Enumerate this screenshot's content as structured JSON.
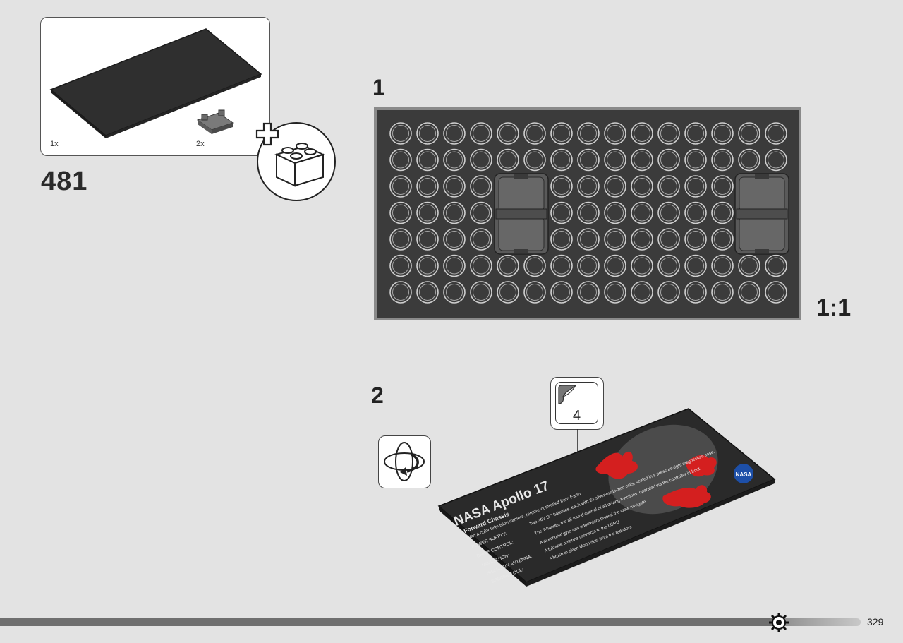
{
  "parts_box": {
    "items": [
      {
        "name": "plate",
        "qty": "1x"
      },
      {
        "name": "tile-clip",
        "qty": "2x"
      }
    ]
  },
  "step_page_number": "481",
  "steps": [
    {
      "number": "1",
      "scale": "1:1"
    },
    {
      "number": "2",
      "sticker_number": "4"
    }
  ],
  "plaque": {
    "title": "NASA Apollo 17",
    "subtitle": "Forward Chassis",
    "subtitle2": "With a color television camera, remote-controlled from Earth",
    "rows": [
      {
        "label": "POWER SUPPLY:",
        "text": "Two 36V DC batteries, each with 23 silver-oxide-zinc cells, sealed in a pressure-tight magnesium case."
      },
      {
        "label": "DRIVE CONTROL:",
        "text": "The T-handle, the all-round control of all driving functions, operated via the controller in front."
      },
      {
        "label": "NAVIGATION:",
        "text": "A directional gyro and odometers helped the crew navigate"
      },
      {
        "label": "HIGH-GAIN ANTENNA:",
        "text": "A foldable antenna connects to the LCRU"
      },
      {
        "label": "SPECIAL TOOL:",
        "text": "A brush to clean Moon dust from the radiators"
      }
    ],
    "logo": "NASA"
  },
  "colors": {
    "background": "#e3e3e3",
    "plate": "#3b3b3b",
    "stud_ring": "#cfcfcf",
    "accent_red": "#d41f1f",
    "nasa_blue": "#1d4fa8"
  },
  "footer": {
    "page_number": "329",
    "icon": "gear-icon"
  }
}
